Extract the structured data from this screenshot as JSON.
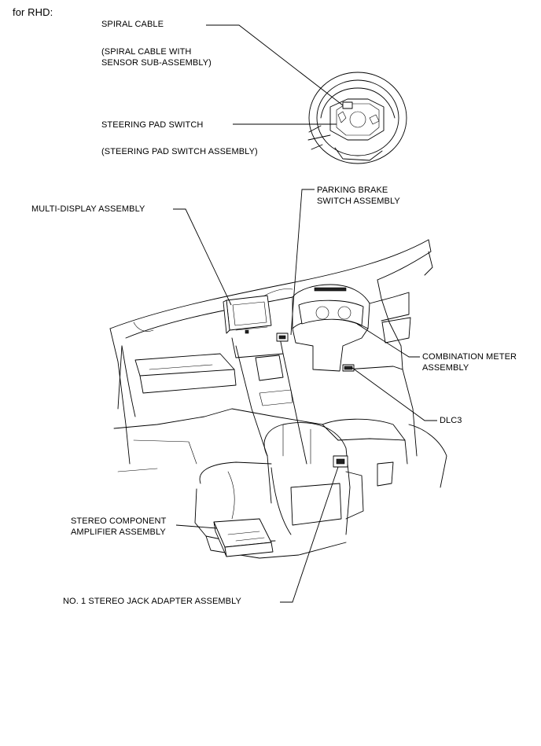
{
  "header": {
    "variant": "for RHD:"
  },
  "labels": {
    "spiral_cable": "SPIRAL CABLE",
    "spiral_cable_sub_1": "(SPIRAL CABLE WITH",
    "spiral_cable_sub_2": "SENSOR SUB-ASSEMBLY)",
    "steering_pad_switch": "STEERING PAD SWITCH",
    "steering_pad_switch_sub": "(STEERING PAD SWITCH ASSEMBLY)",
    "multi_display": "MULTI-DISPLAY ASSEMBLY",
    "parking_brake_1": "PARKING BRAKE",
    "parking_brake_2": "SWITCH ASSEMBLY",
    "combination_meter_1": "COMBINATION METER",
    "combination_meter_2": "ASSEMBLY",
    "dlc3": "DLC3",
    "stereo_amp_1": "STEREO COMPONENT",
    "stereo_amp_2": "AMPLIFIER ASSEMBLY",
    "stereo_jack": "NO. 1 STEREO JACK ADAPTER ASSEMBLY"
  }
}
